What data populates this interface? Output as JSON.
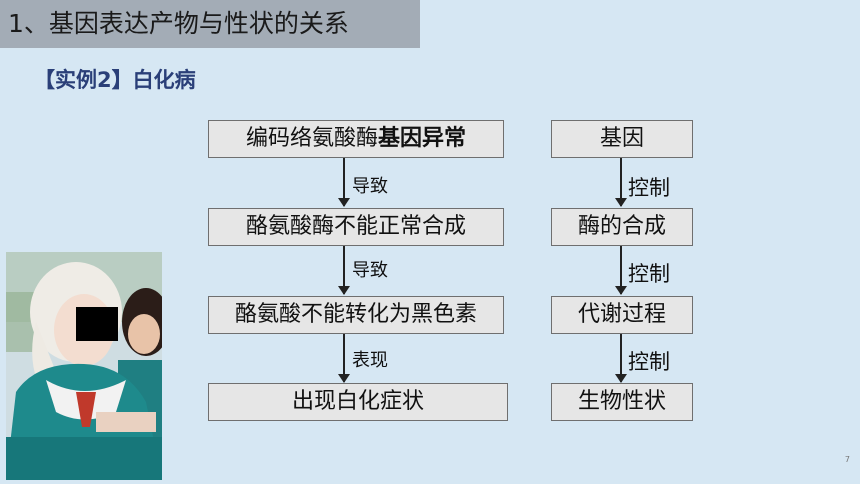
{
  "header": {
    "title": "1、基因表达产物与性状的关系",
    "subtitle": "【实例2】白化病"
  },
  "left_chain": {
    "box1_prefix": "编码络氨酸酶",
    "box1_bold": "基因异常",
    "arrow1": "导致",
    "box2": "酪氨酸酶不能正常合成",
    "arrow2": "导致",
    "box3": "酪氨酸不能转化为黑色素",
    "arrow3": "表现",
    "box4": "出现白化症状"
  },
  "right_chain": {
    "box1": "基因",
    "arrow1": "控制",
    "box2": "酶的合成",
    "arrow2": "控制",
    "box3": "代谢过程",
    "arrow3": "控制",
    "box4": "生物性状"
  },
  "page_number": "7",
  "colors": {
    "background": "#d6e7f3",
    "title_bar": "#a3acb6",
    "subtitle": "#2a3f78",
    "box_fill": "#e6e6e6"
  }
}
